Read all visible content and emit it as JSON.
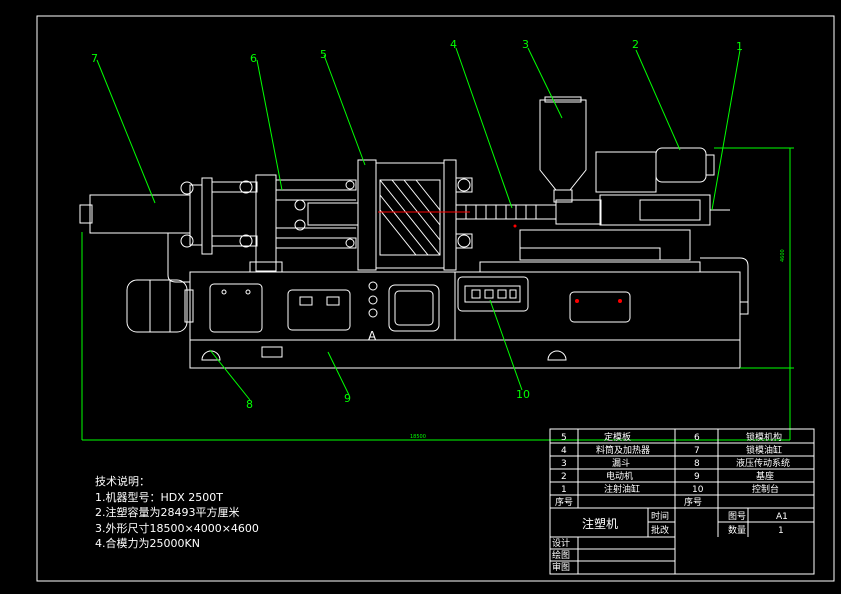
{
  "balloons": [
    "1",
    "2",
    "3",
    "4",
    "5",
    "6",
    "7",
    "8",
    "9",
    "10"
  ],
  "dimension_length": "18500",
  "dimension_height": "4600",
  "panel_label": "A",
  "tech_notes": {
    "title": "技术说明：",
    "items": [
      "1.机器型号：HDX 2500T",
      "2.注塑容量为28493平方厘米",
      "3.外形尺寸18500×4000×4600",
      "4.合模力为25000KN"
    ]
  },
  "parts_list": {
    "rows": [
      {
        "no_l": "5",
        "name_l": "定模板",
        "no_r": "6",
        "name_r": "锁模机构"
      },
      {
        "no_l": "4",
        "name_l": "料筒及加热器",
        "no_r": "7",
        "name_r": "锁模油缸"
      },
      {
        "no_l": "3",
        "name_l": "漏斗",
        "no_r": "8",
        "name_r": "液压传动系统"
      },
      {
        "no_l": "2",
        "name_l": "电动机",
        "no_r": "9",
        "name_r": "基座"
      },
      {
        "no_l": "1",
        "name_l": "注射油缸",
        "no_r": "10",
        "name_r": "控制台"
      }
    ],
    "header": {
      "no": "序号",
      "no2": "序号"
    }
  },
  "title_block": {
    "title": "注塑机",
    "time_label": "时间",
    "approve_label": "批改",
    "drawing_no_label": "图号",
    "drawing_no": "A1",
    "quantity_label": "数量",
    "quantity": "1",
    "design_label": "设计",
    "draw_label": "绘图",
    "review_label": "审图"
  },
  "colors": {
    "background": "#000000",
    "lines": "#ffffff",
    "leaders": "#00ff00",
    "accent": "#ff0000"
  }
}
